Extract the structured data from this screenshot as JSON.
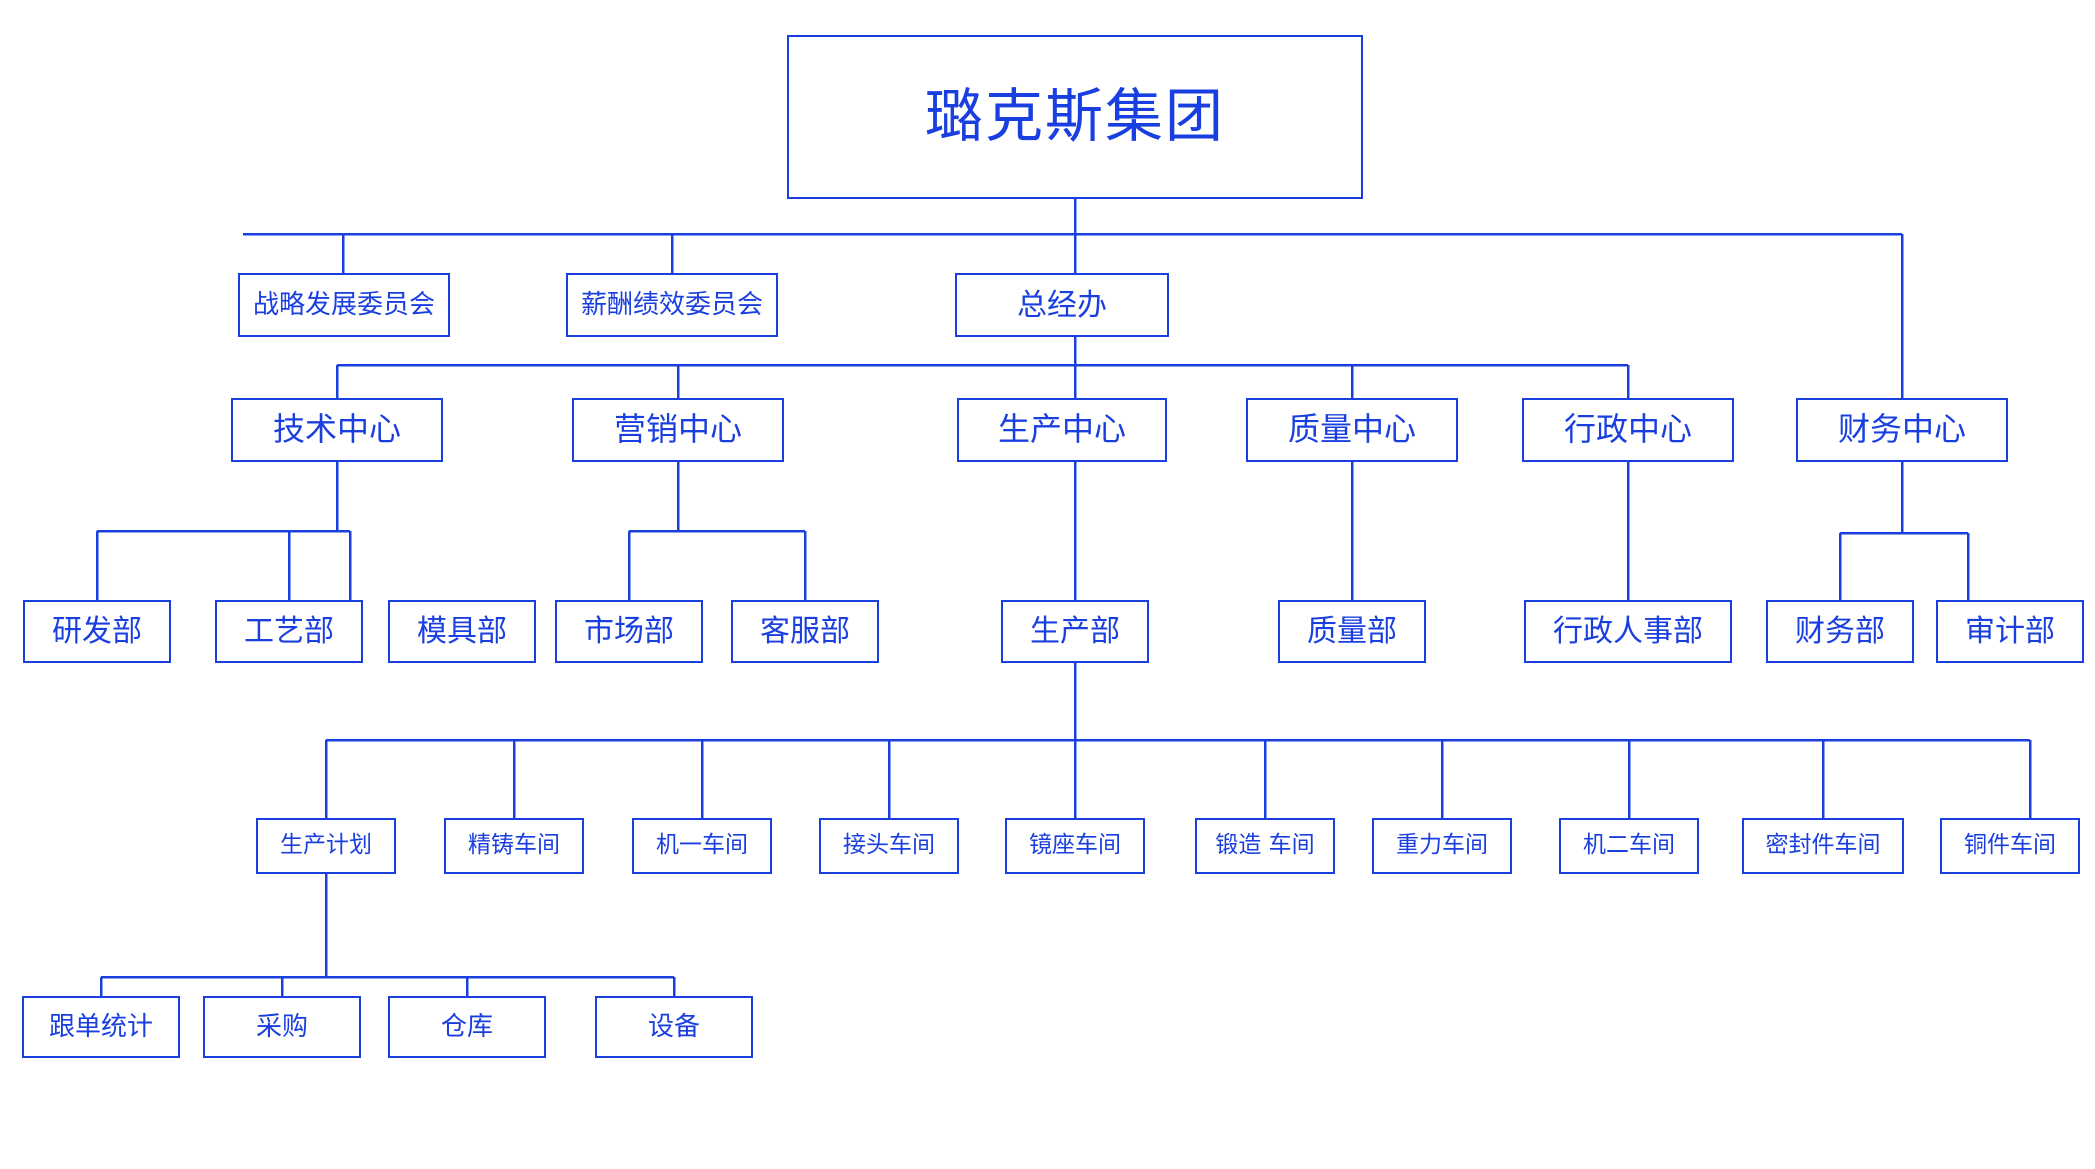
{
  "theme": {
    "line_color": "#1a3fe0",
    "text_color": "#1a3fe0",
    "background": "#ffffff"
  },
  "chart_data": {
    "type": "diagram",
    "diagram_type": "organization-chart",
    "title": "璐克斯集团",
    "orientation": "top-down",
    "levels": 6
  },
  "root": {
    "label": "璐克斯集团"
  },
  "committees": [
    {
      "label": "战略发展委员会"
    },
    {
      "label": "薪酬绩效委员会"
    }
  ],
  "office": {
    "label": "总经办"
  },
  "centers": [
    {
      "label": "技术中心"
    },
    {
      "label": "营销中心"
    },
    {
      "label": "生产中心"
    },
    {
      "label": "质量中心"
    },
    {
      "label": "行政中心"
    },
    {
      "label": "财务中心"
    }
  ],
  "departments": [
    {
      "label": "研发部",
      "parent": "技术中心"
    },
    {
      "label": "工艺部",
      "parent": "技术中心"
    },
    {
      "label": "模具部",
      "parent": "技术中心"
    },
    {
      "label": "市场部",
      "parent": "营销中心"
    },
    {
      "label": "客服部",
      "parent": "营销中心"
    },
    {
      "label": "生产部",
      "parent": "生产中心"
    },
    {
      "label": "质量部",
      "parent": "质量中心"
    },
    {
      "label": "行政人事部",
      "parent": "行政中心"
    },
    {
      "label": "财务部",
      "parent": "财务中心"
    },
    {
      "label": "审计部",
      "parent": "财务中心"
    }
  ],
  "workshops": [
    {
      "label": "生产计划",
      "parent": "生产部"
    },
    {
      "label": "精铸车间",
      "parent": "生产部"
    },
    {
      "label": "机一车间",
      "parent": "生产部"
    },
    {
      "label": "接头车间",
      "parent": "生产部"
    },
    {
      "label": "镜座车间",
      "parent": "生产部"
    },
    {
      "label": "锻造 车间",
      "parent": "生产部"
    },
    {
      "label": "重力车间",
      "parent": "生产部"
    },
    {
      "label": "机二车间",
      "parent": "生产部"
    },
    {
      "label": "密封件车间",
      "parent": "生产部"
    },
    {
      "label": "铜件车间",
      "parent": "生产部"
    }
  ],
  "planning_units": [
    {
      "label": "跟单统计",
      "parent": "生产计划"
    },
    {
      "label": "采购",
      "parent": "生产计划"
    },
    {
      "label": "仓库",
      "parent": "生产计划"
    },
    {
      "label": "设备",
      "parent": "生产计划"
    }
  ]
}
